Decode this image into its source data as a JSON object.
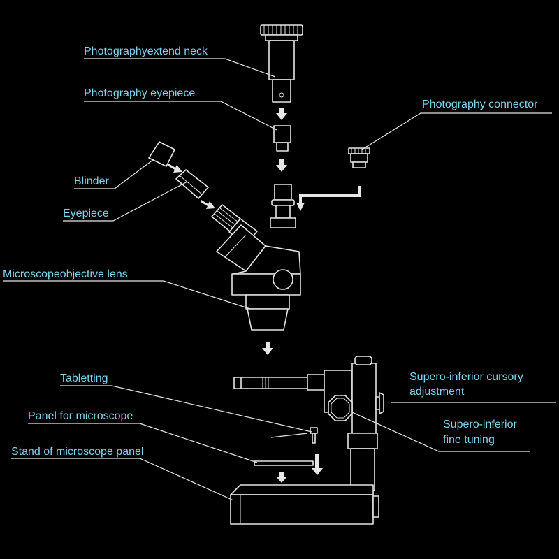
{
  "labels": {
    "extend_neck": "Photographyextend neck",
    "photo_eyepiece": "Photography eyepiece",
    "photo_connector": "Photography connector",
    "blinder": "Blinder",
    "eyepiece": "Eyepiece",
    "objective_lens": "Microscopeobjective lens",
    "tabletting": "Tabletting",
    "panel": "Panel for microscope",
    "stand": "Stand of microscope panel",
    "cursory_line1": "Supero-inferior cursory",
    "cursory_line2": "adjustment",
    "fine_line1": "Supero-inferior",
    "fine_line2": "fine tuning"
  },
  "colors": {
    "background": "#000000",
    "label_text": "#7fd3ec",
    "drawing": "#e6e6e6"
  }
}
